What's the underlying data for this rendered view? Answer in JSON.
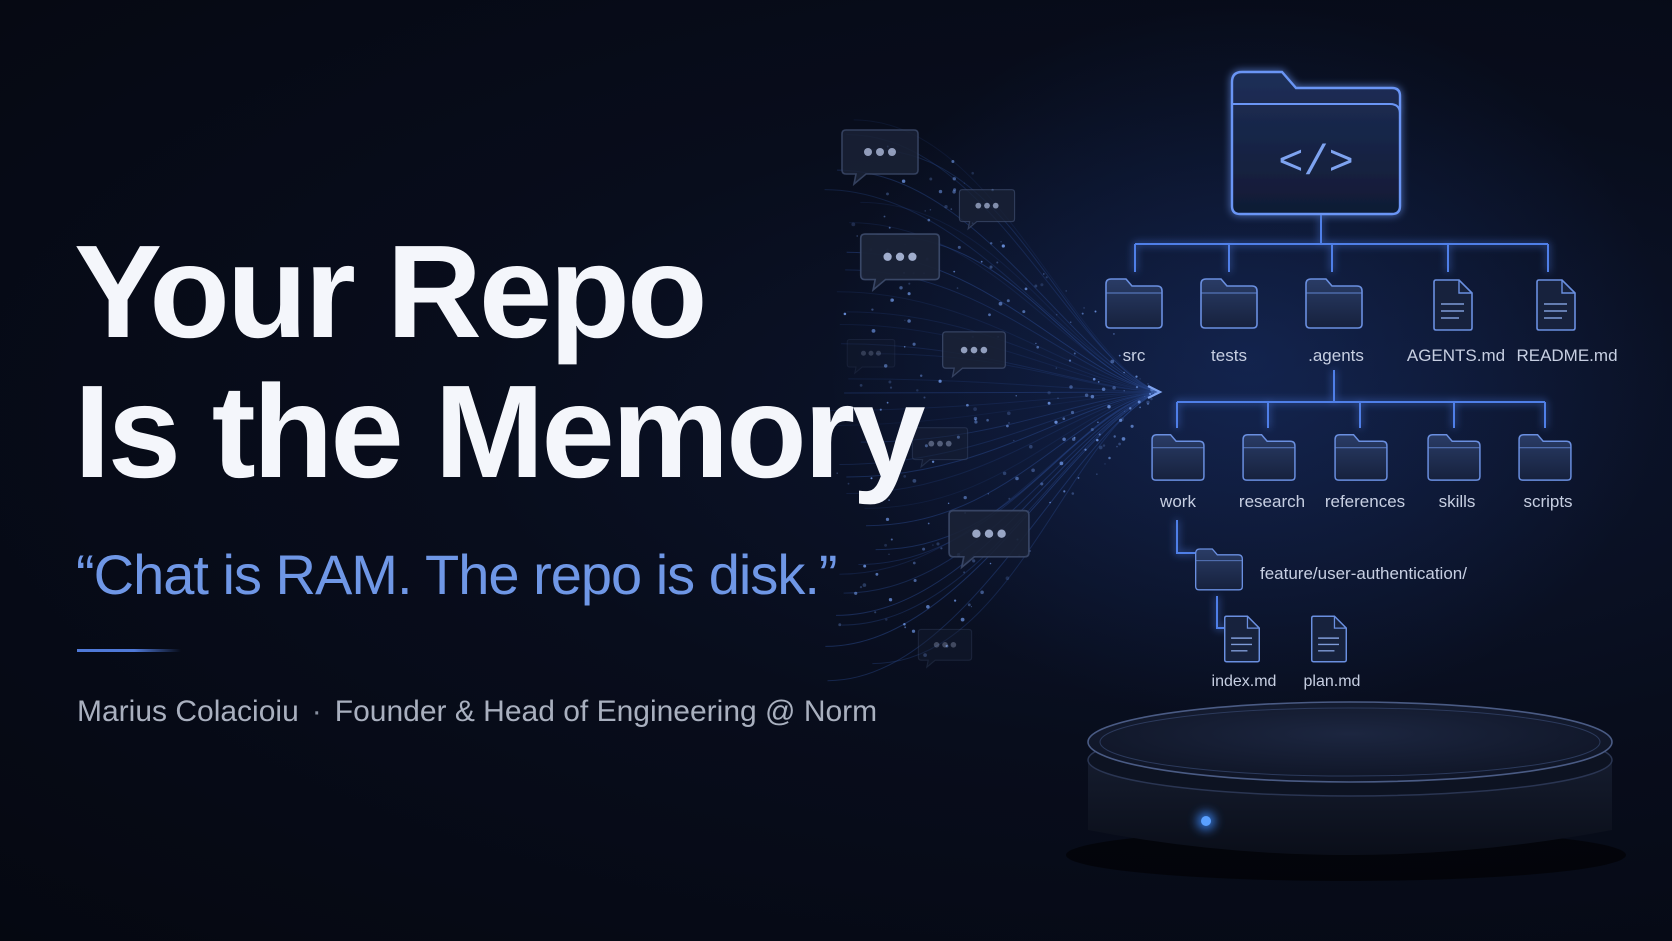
{
  "slide": {
    "title_line1": "Your Repo",
    "title_line2": "Is the Memory",
    "quote": "“Chat is RAM. The repo is disk.”",
    "speaker": "Marius Colacioiu",
    "separator": "·",
    "role": "Founder & Head of Engineering @ Norm"
  },
  "tree": {
    "root_icon": "code-folder-icon",
    "root_glyph": "</>",
    "level1": [
      "src",
      "tests",
      ".agents",
      "AGENTS.md",
      "README.md"
    ],
    "level2": [
      "work",
      "research",
      "references",
      "skills",
      "scripts"
    ],
    "feature_folder": "feature/user-authentication/",
    "files": [
      "index.md",
      "plan.md"
    ]
  },
  "colors": {
    "background": "#070b18",
    "title": "#f4f6fb",
    "quote": "#6f97e6",
    "byline": "#a9b0bf",
    "accent_blue": "#4f7fe8",
    "folder_fill": "#1c2a4c",
    "led": "#3d8bff"
  },
  "icons": [
    "chat-bubble-icon",
    "folder-icon",
    "file-icon",
    "code-folder-icon",
    "platform-base"
  ]
}
